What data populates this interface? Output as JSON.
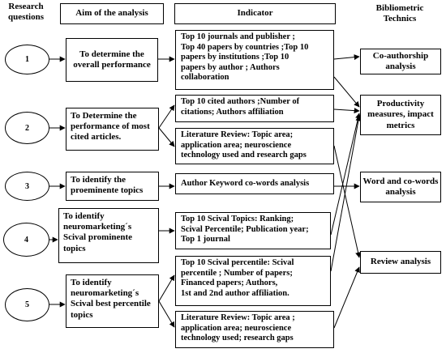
{
  "headers": {
    "research_questions": "Research\nquestions",
    "aim": "Aim of the analysis",
    "indicator": "Indicator",
    "techniques": "Bibliometric\nTechnics"
  },
  "questions": [
    "1",
    "2",
    "3",
    "4",
    "5"
  ],
  "aims": [
    "To determine the overall performance",
    "To Determine the performance of most cited articles.",
    "To identify the proeminente topics",
    "To identify neuromarketing´s Scival prominente topics",
    "To identify neuromarketing´s Scival best percentile topics"
  ],
  "indicators": [
    [
      "Top 10 journals and publisher ;",
      "Top 40 papers by countries ;Top 10",
      "papers by institutions ;Top 10",
      "papers by author ; Authors",
      "collaboration"
    ],
    [
      "Top 10 cited authors ;Number of",
      "citations; Authors affiliation"
    ],
    [
      "Literature Review:  Topic area;",
      "application area; neuroscience",
      "technology used and research gaps"
    ],
    [
      "Author Keyword co-words analysis"
    ],
    [
      "Top 10 Scival Topics:  Ranking;",
      "Scival Percentile; Publication year;",
      "Top 1 journal"
    ],
    [
      "Top 10 Scival percentile:  Scival",
      "percentile ; Number of papers;",
      "Financed papers; Authors,",
      "1st and 2nd author affiliation."
    ],
    [
      "Literature Review: Topic area ;",
      "application area; neuroscience",
      "technology used; research gaps"
    ]
  ],
  "techniques": [
    "Co-authorship analysis",
    "Productivity measures, impact metrics",
    "Word and co-words analysis",
    "Review analysis"
  ]
}
